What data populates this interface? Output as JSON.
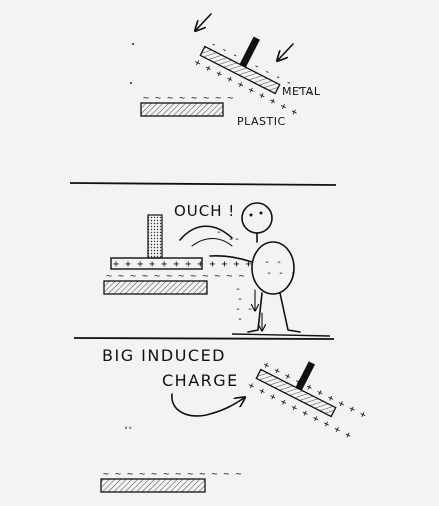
{
  "labels": {
    "metal": "METAL",
    "plastic": "PLASTIC",
    "ouch": "OUCH !",
    "big_induced_line1": "BIG INDUCED",
    "big_induced_line2": "CHARGE"
  },
  "colors": {
    "paper": "#f3f3f1",
    "ink": "#111111",
    "hatch": "#444444"
  }
}
